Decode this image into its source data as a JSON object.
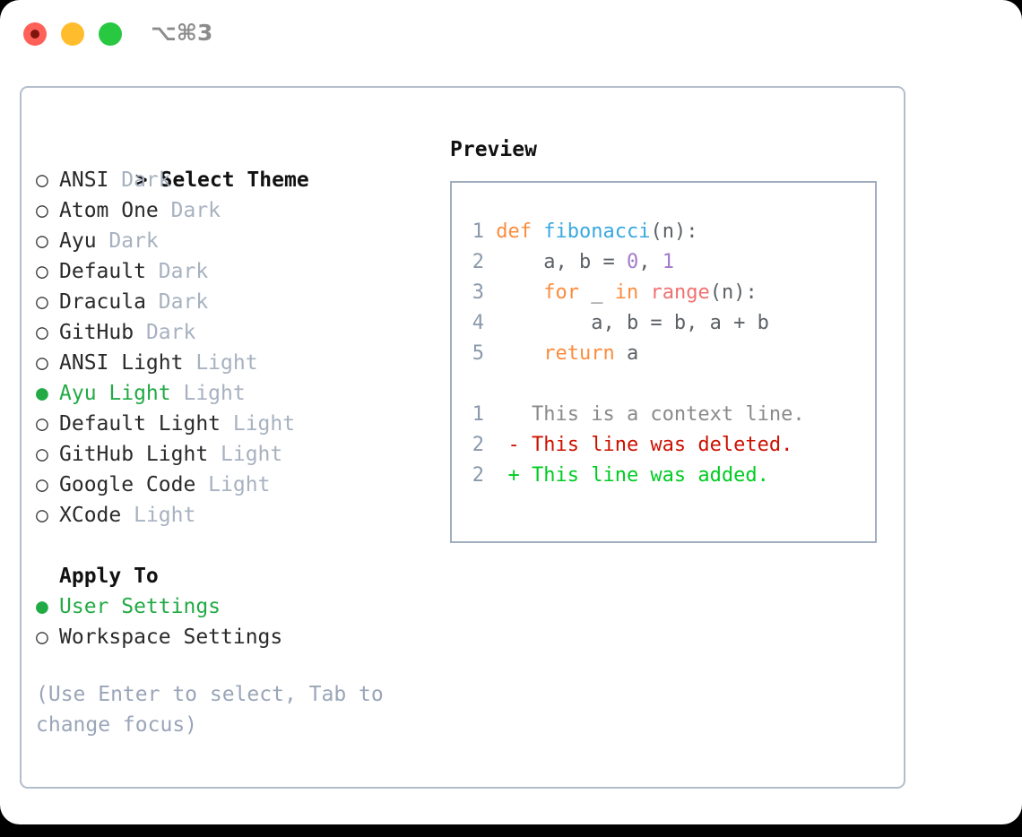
{
  "window": {
    "shortcut": "⌥⌘3",
    "traffic_lights": [
      "close-red",
      "minimize-yellow",
      "maximize-green"
    ],
    "colors": {
      "red": "#ff6058",
      "yellow": "#ffbd2e",
      "green": "#28c840",
      "panel_border": "#b4bdcb",
      "code_border": "#a0aec0",
      "accent_selected": "#22aa44",
      "muted": "#a7b1c0",
      "hint": "#9aa5b8"
    }
  },
  "theme_picker": {
    "heading": "Select Theme",
    "caret": ">",
    "focused": true,
    "marker_unselected": "○",
    "marker_selected": "●",
    "items": [
      {
        "name": "ANSI",
        "variant": "Dark",
        "selected": false
      },
      {
        "name": "Atom One",
        "variant": "Dark",
        "selected": false
      },
      {
        "name": "Ayu",
        "variant": "Dark",
        "selected": false
      },
      {
        "name": "Default",
        "variant": "Dark",
        "selected": false
      },
      {
        "name": "Dracula",
        "variant": "Dark",
        "selected": false
      },
      {
        "name": "GitHub",
        "variant": "Dark",
        "selected": false
      },
      {
        "name": "ANSI Light",
        "variant": "Light",
        "selected": false
      },
      {
        "name": "Ayu Light",
        "variant": "Light",
        "selected": true
      },
      {
        "name": "Default Light",
        "variant": "Light",
        "selected": false
      },
      {
        "name": "GitHub Light",
        "variant": "Light",
        "selected": false
      },
      {
        "name": "Google Code",
        "variant": "Light",
        "selected": false
      },
      {
        "name": "XCode",
        "variant": "Light",
        "selected": false
      }
    ]
  },
  "apply_to": {
    "heading": "Apply To",
    "focused": false,
    "items": [
      {
        "name": "User Settings",
        "selected": true
      },
      {
        "name": "Workspace Settings",
        "selected": false
      }
    ]
  },
  "hint": "(Use Enter to select, Tab to change focus)",
  "preview": {
    "heading": "Preview",
    "code_lines": [
      {
        "lineno": "1",
        "tokens": [
          {
            "t": "def",
            "c": "kw"
          },
          {
            "t": " ",
            "c": "plain"
          },
          {
            "t": "fibonacci",
            "c": "fn"
          },
          {
            "t": "(n):",
            "c": "punct"
          }
        ]
      },
      {
        "lineno": "2",
        "tokens": [
          {
            "t": "    a, b = ",
            "c": "plain"
          },
          {
            "t": "0",
            "c": "num"
          },
          {
            "t": ", ",
            "c": "plain"
          },
          {
            "t": "1",
            "c": "num"
          }
        ]
      },
      {
        "lineno": "3",
        "tokens": [
          {
            "t": "    ",
            "c": "plain"
          },
          {
            "t": "for",
            "c": "kw"
          },
          {
            "t": " _ ",
            "c": "plain"
          },
          {
            "t": "in",
            "c": "kw"
          },
          {
            "t": " ",
            "c": "plain"
          },
          {
            "t": "range",
            "c": "builtin"
          },
          {
            "t": "(n):",
            "c": "punct"
          }
        ]
      },
      {
        "lineno": "4",
        "tokens": [
          {
            "t": "        a, b = b, a + b",
            "c": "plain"
          }
        ]
      },
      {
        "lineno": "5",
        "tokens": [
          {
            "t": "    ",
            "c": "plain"
          },
          {
            "t": "return",
            "c": "kw"
          },
          {
            "t": " a",
            "c": "plain"
          }
        ]
      }
    ],
    "diff_lines": [
      {
        "lineno": "1",
        "sign": " ",
        "text": "This is a context line.",
        "kind": "ctx"
      },
      {
        "lineno": "2",
        "sign": "-",
        "text": "This line was deleted.",
        "kind": "del"
      },
      {
        "lineno": "2",
        "sign": "+",
        "text": "This line was added.",
        "kind": "add"
      }
    ]
  }
}
